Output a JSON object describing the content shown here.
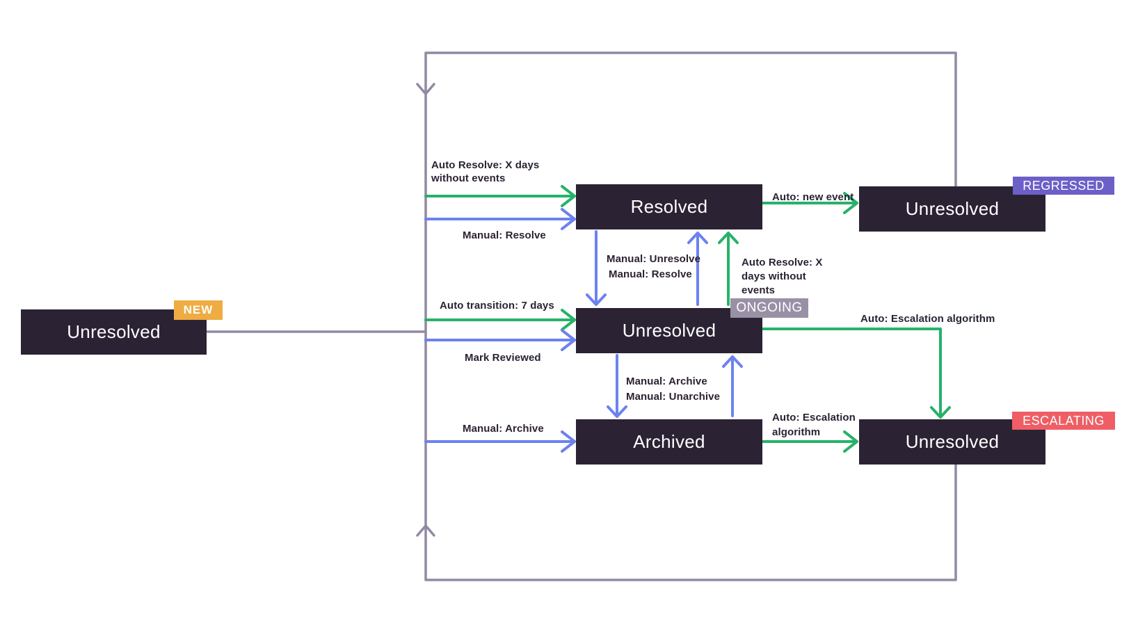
{
  "colors": {
    "box": "#2B2233",
    "loop": "#9189A4",
    "green": "#27B269",
    "blue": "#6C82F0",
    "badge_new": "#EEAC43",
    "badge_ongoing": "#9A90A6",
    "badge_regressed": "#6C5FC7",
    "badge_escalating": "#EF5E65"
  },
  "states": {
    "new": {
      "label": "Unresolved",
      "badge": "NEW"
    },
    "resolved": {
      "label": "Resolved"
    },
    "ongoing": {
      "label": "Unresolved",
      "badge": "ONGOING"
    },
    "archived": {
      "label": "Archived"
    },
    "regressed": {
      "label": "Unresolved",
      "badge": "REGRESSED"
    },
    "escalating": {
      "label": "Unresolved",
      "badge": "ESCALATING"
    }
  },
  "transitions": {
    "auto_resolve_to_resolved": "Auto Resolve: X days without events",
    "manual_resolve_to_resolved": "Manual: Resolve",
    "manual_unresolve": "Manual: Unresolve",
    "manual_resolve_up": "Manual: Resolve",
    "auto_resolve_up": "Auto Resolve: X days without events",
    "auto_new_event": "Auto: new event",
    "auto_transition_7_days": "Auto transition: 7 days",
    "mark_reviewed": "Mark Reviewed",
    "auto_escalation_from_ongoing": "Auto: Escalation algorithm",
    "manual_archive_down": "Manual: Archive",
    "manual_unarchive_up": "Manual: Unarchive",
    "manual_archive_to_archived": "Manual: Archive",
    "auto_escalation_from_archived": "Auto: Escalation algorithm"
  }
}
